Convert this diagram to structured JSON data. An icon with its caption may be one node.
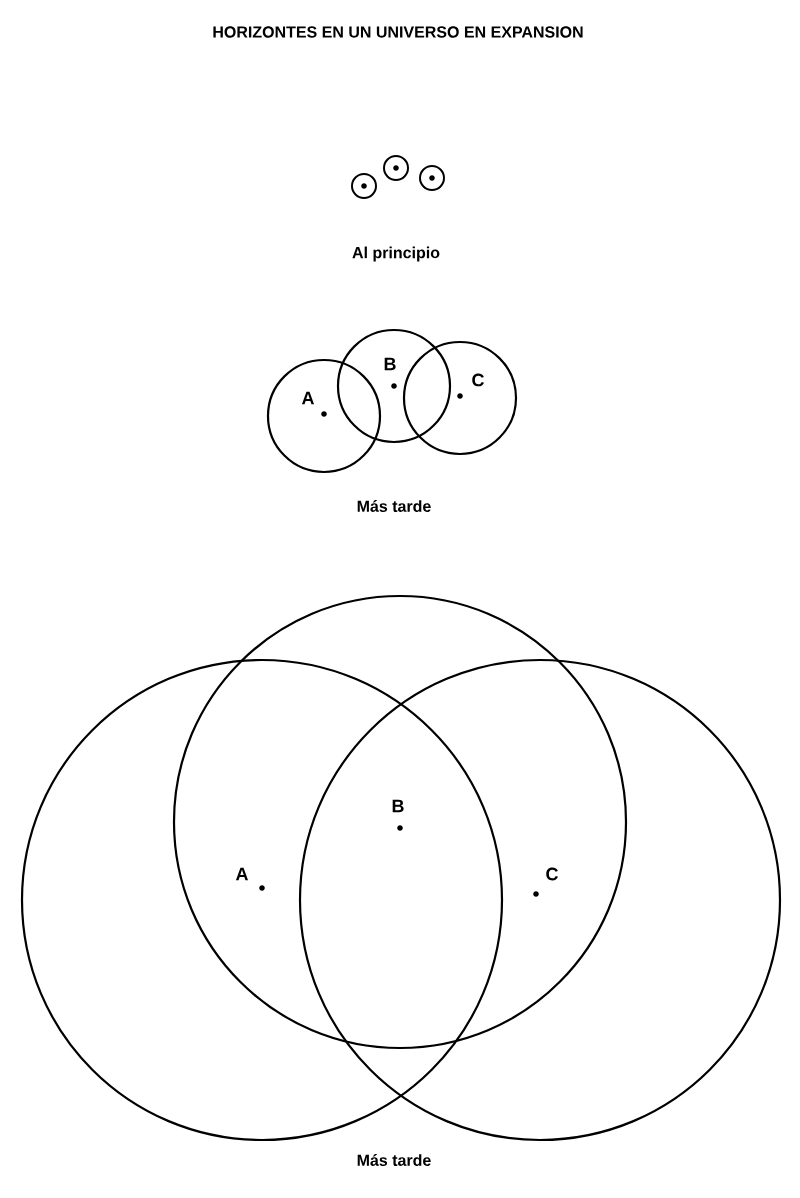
{
  "diagram": {
    "title": "HORIZONTES EN UN UNIVERSO EN EXPANSION",
    "nodes": [
      {
        "text": [],
        "shape": "circle"
      },
      {
        "text": [],
        "shape": "circle"
      },
      {
        "text": [],
        "shape": "circle"
      },
      {
        "text": [],
        "shape": "circle"
      },
      {
        "text": [],
        "shape": "circle"
      },
      {
        "text": [],
        "shape": "circle"
      },
      {
        "text": [],
        "shape": "circle"
      },
      {
        "text": [],
        "shape": "circle"
      },
      {
        "text": [],
        "shape": "circle"
      }
    ],
    "labels": [
      "Al principio",
      "B",
      "A",
      "C",
      "Más tarde",
      "B",
      "A",
      "C",
      "Más tarde"
    ]
  }
}
